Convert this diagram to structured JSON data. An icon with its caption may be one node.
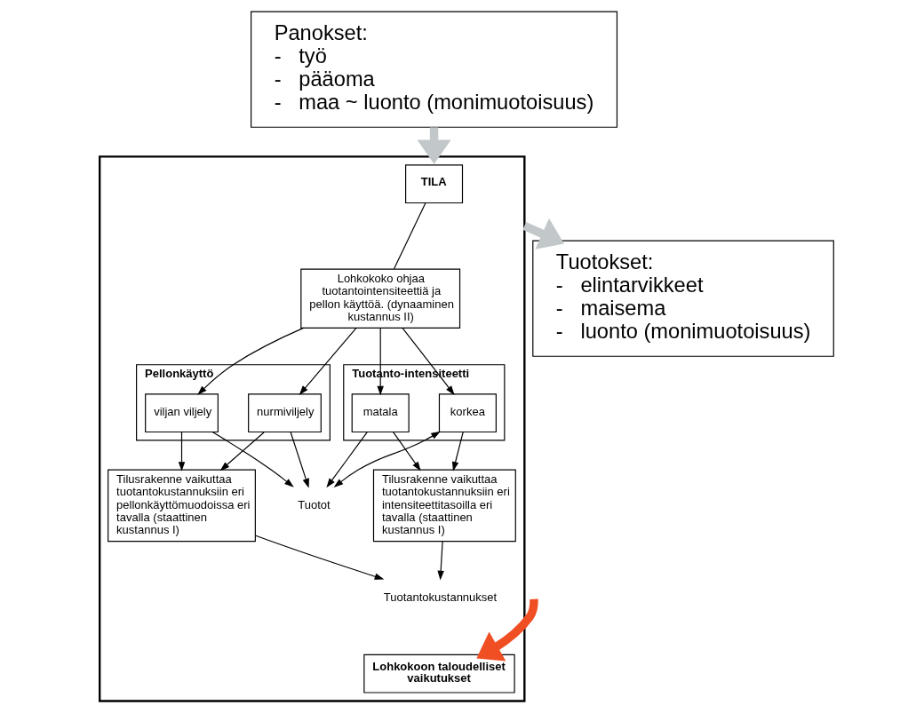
{
  "diagram": {
    "nodes": [
      {
        "text": [
          "Panokset:",
          "-   työ",
          "-   pääoma",
          "-   maa ~ luonto (monimuotoisuus)"
        ]
      },
      {
        "text": [],
        "shape": "box"
      },
      {
        "text": [
          "TILA"
        ],
        "in": 1
      },
      {
        "text": [
          "Lohkokoko ohjaa tuotantointensiteettiä ja pellon käyttöä. (dynaaminen kustannus II)"
        ],
        "in": 1
      },
      {
        "text": [
          "Pellonkäyttö"
        ],
        "in": 1
      },
      {
        "text": [
          "nurmiviljely"
        ],
        "in": 4
      },
      {
        "text": [
          "viljan viljely"
        ],
        "in": 4
      },
      {
        "text": [
          "Tuotanto-intensiteetti"
        ],
        "in": 1
      },
      {
        "text": [
          "korkea"
        ],
        "in": 7
      },
      {
        "text": [
          "matala"
        ],
        "in": 7
      },
      {
        "text": [
          "Tuotot"
        ],
        "in": 1
      },
      {
        "text": [
          "Tuotantokustannukset"
        ],
        "in": 1
      },
      {
        "text": [
          "Tilusrakenne vaikuttaa tuotantokustannuksiin eri pellonkäyttömuodoissa eri tavalla (staattinen kustannus I)"
        ],
        "in": 1
      },
      {
        "text": [
          "Tilusrakenne vaikuttaa tuotantokustannuksiin eri intensiteettitasoilla eri tavalla (staattinen kustannus I)"
        ],
        "in": 1
      },
      {
        "text": [
          "Lohkokoon taloudelliset vaikutukset"
        ],
        "in": 1
      },
      {
        "text": [
          "Tuotokset:",
          "-   elintarvikkeet",
          "-   maisema",
          "-   luonto (monimuotoisuus)"
        ]
      }
    ],
    "edges": [
      {
        "from": 0,
        "to": 1,
        "arrow": "to",
        "style": "thick",
        "color": "#c2c8ca"
      },
      {
        "from": 2,
        "to": 3,
        "arrow": "none"
      },
      {
        "from": 3,
        "to": 5,
        "arrow": "to"
      },
      {
        "from": 3,
        "to": 6,
        "arrow": "to"
      },
      {
        "from": 3,
        "to": 8,
        "arrow": "to"
      },
      {
        "from": 3,
        "to": 9,
        "arrow": "to"
      },
      {
        "from": 5,
        "to": 10,
        "arrow": "to"
      },
      {
        "from": 6,
        "to": 10,
        "arrow": "to"
      },
      {
        "from": 10,
        "to": 8,
        "arrow": "both"
      },
      {
        "from": 9,
        "to": 10,
        "arrow": "to"
      },
      {
        "from": 5,
        "to": 12,
        "arrow": "to"
      },
      {
        "from": 6,
        "to": 12,
        "arrow": "to"
      },
      {
        "from": 9,
        "to": 13,
        "arrow": "to"
      },
      {
        "from": 8,
        "to": 13,
        "arrow": "to"
      },
      {
        "from": 12,
        "to": 11,
        "arrow": "to"
      },
      {
        "from": 13,
        "to": 11,
        "arrow": "to"
      },
      {
        "from": null,
        "to": 14,
        "arrow": "to",
        "style": "thick",
        "color": "#f04e23"
      },
      {
        "from": 1,
        "to": 15,
        "arrow": "to",
        "style": "thick",
        "color": "#c2c8ca"
      }
    ]
  }
}
